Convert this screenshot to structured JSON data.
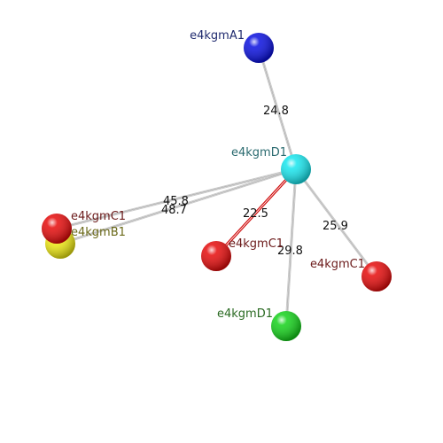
{
  "nodes": [
    {
      "id": "A1",
      "label": "e4kgmA1",
      "fill": "#0a10e0",
      "label_color": "#1f2a6e"
    },
    {
      "id": "D1",
      "label": "e4kgmD1",
      "fill": "#17e6ee",
      "label_color": "#2a6a6f"
    },
    {
      "id": "C1a",
      "label": "e4kgmC1",
      "fill": "#e60b0b",
      "label_color": "#6b1a1a"
    },
    {
      "id": "B1",
      "label": "e4kgmB1",
      "fill": "#f0ea12",
      "label_color": "#6b6a1a"
    },
    {
      "id": "C1b",
      "label": "e4kgmC1",
      "fill": "#e60b0b",
      "label_color": "#6b1a1a"
    },
    {
      "id": "C1c",
      "label": "e4kgmC1",
      "fill": "#e60b0b",
      "label_color": "#6b1a1a"
    },
    {
      "id": "D1b",
      "label": "e4kgmD1",
      "fill": "#14d21a",
      "label_color": "#2a6a22"
    }
  ],
  "edges": [
    {
      "from": "A1",
      "to": "D1",
      "label": "24.8",
      "color": "#c8c8c8"
    },
    {
      "from": "D1",
      "to": "C1a",
      "label": "45.8",
      "color": "#c8c8c8"
    },
    {
      "from": "D1",
      "to": "B1",
      "label": "48.7",
      "color": "#c8c8c8"
    },
    {
      "from": "D1",
      "to": "C1b",
      "label": "22.5",
      "color": "#d01010"
    },
    {
      "from": "D1",
      "to": "D1b",
      "label": "29.8",
      "color": "#c8c8c8"
    },
    {
      "from": "D1",
      "to": "C1c",
      "label": "25.9",
      "color": "#c8c8c8"
    }
  ]
}
